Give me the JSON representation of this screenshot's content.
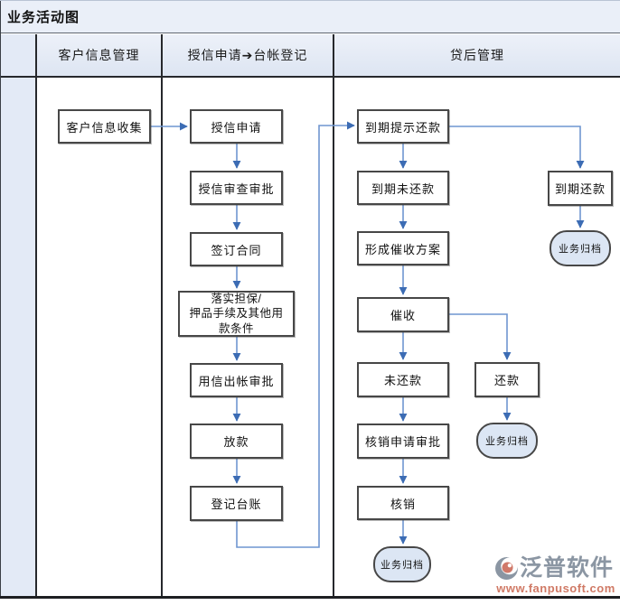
{
  "title": "业务活动图",
  "lanes": [
    {
      "label": "客户信息管理"
    },
    {
      "label": "授信申请➔台帐登记"
    },
    {
      "label": "贷后管理"
    }
  ],
  "nodes": {
    "collect_info": {
      "label": "客户信息收集",
      "lane": "客户信息管理"
    },
    "credit_apply": {
      "label": "授信申请",
      "lane": "授信申请➔台帐登记"
    },
    "credit_review": {
      "label": "授信审查审批",
      "lane": "授信申请➔台帐登记"
    },
    "sign_contract": {
      "label": "签订合同",
      "lane": "授信申请➔台帐登记"
    },
    "implement_guarantee": {
      "label": "落实担保/\n押品手续及其他用\n款条件",
      "lane": "授信申请➔台帐登记"
    },
    "disbursement_approval": {
      "label": "用信出帐审批",
      "lane": "授信申请➔台帐登记"
    },
    "loan_release": {
      "label": "放款",
      "lane": "授信申请➔台帐登记"
    },
    "register_ledger": {
      "label": "登记台账",
      "lane": "授信申请➔台帐登记"
    },
    "due_reminder": {
      "label": "到期提示还款",
      "lane": "贷后管理"
    },
    "due_unpaid": {
      "label": "到期未还款",
      "lane": "贷后管理"
    },
    "collection_plan": {
      "label": "形成催收方案",
      "lane": "贷后管理"
    },
    "collection": {
      "label": "催收",
      "lane": "贷后管理"
    },
    "unpaid": {
      "label": "未还款",
      "lane": "贷后管理"
    },
    "writeoff_approval": {
      "label": "核销申请审批",
      "lane": "贷后管理"
    },
    "writeoff": {
      "label": "核销",
      "lane": "贷后管理"
    },
    "due_repaid": {
      "label": "到期还款",
      "lane": "贷后管理"
    },
    "archive_due": {
      "label": "业务归档",
      "lane": "贷后管理"
    },
    "repaid": {
      "label": "还款",
      "lane": "贷后管理"
    },
    "archive_repaid": {
      "label": "业务归档",
      "lane": "贷后管理"
    },
    "archive_final": {
      "label": "业务归档",
      "lane": "贷后管理"
    }
  },
  "edges": [
    {
      "from": "客户信息收集",
      "to": "授信申请"
    },
    {
      "from": "授信申请",
      "to": "授信审查审批"
    },
    {
      "from": "授信审查审批",
      "to": "签订合同"
    },
    {
      "from": "签订合同",
      "to": "落实担保/押品手续及其他用款条件"
    },
    {
      "from": "落实担保/押品手续及其他用款条件",
      "to": "用信出帐审批"
    },
    {
      "from": "用信出帐审批",
      "to": "放款"
    },
    {
      "from": "放款",
      "to": "登记台账"
    },
    {
      "from": "登记台账",
      "to": "到期提示还款"
    },
    {
      "from": "到期提示还款",
      "to": "到期未还款"
    },
    {
      "from": "到期提示还款",
      "to": "到期还款"
    },
    {
      "from": "到期还款",
      "to": "业务归档"
    },
    {
      "from": "到期未还款",
      "to": "形成催收方案"
    },
    {
      "from": "形成催收方案",
      "to": "催收"
    },
    {
      "from": "催收",
      "to": "未还款"
    },
    {
      "from": "催收",
      "to": "还款"
    },
    {
      "from": "还款",
      "to": "业务归档"
    },
    {
      "from": "未还款",
      "to": "核销申请审批"
    },
    {
      "from": "核销申请审批",
      "to": "核销"
    },
    {
      "from": "核销",
      "to": "业务归档"
    }
  ],
  "watermark": {
    "brand": "泛普软件",
    "url": "www.fanpusoft.com"
  },
  "colors": {
    "connector": "#6f96d0",
    "arrowhead": "#3c6cb4",
    "box_border": "#474747",
    "terminator_fill": "#dce6f4",
    "lane_header_bg": "#dde5f2",
    "lane_header_top": "#edf1f9",
    "side_column_bg": "#e3eaf6",
    "title_bg": "#eaeff8",
    "brand_gray": "#8b96a3",
    "brand_salmon": "#d07a66"
  }
}
